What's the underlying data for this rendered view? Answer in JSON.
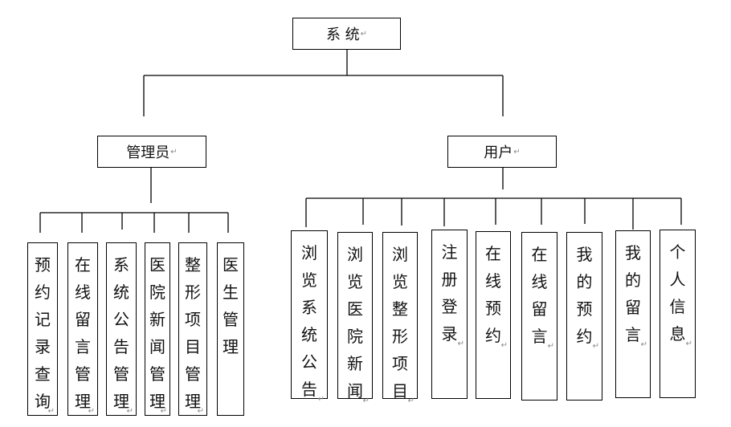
{
  "root": {
    "label": "系 统",
    "mark": "↵"
  },
  "admin": {
    "label": "管理员",
    "mark": "↵",
    "children": [
      {
        "label": "预约记录查询",
        "mark": "↵"
      },
      {
        "label": "在线留言管理",
        "mark": "↵"
      },
      {
        "label": "系统公告管理",
        "mark": "↵"
      },
      {
        "label": "医院新闻管理",
        "mark": "↵"
      },
      {
        "label": "整形项目管理",
        "mark": "↵"
      },
      {
        "label": "医生管理",
        "mark": ""
      }
    ]
  },
  "user": {
    "label": "用户",
    "mark": "↵",
    "children": [
      {
        "label": "浏览系统公告",
        "mark": "↵"
      },
      {
        "label": "浏览医院新闻",
        "mark": "↵"
      },
      {
        "label": "浏览整形项目",
        "mark": "↵"
      },
      {
        "label": "注册登录",
        "mark": "↵"
      },
      {
        "label": "在线预约",
        "mark": "↵"
      },
      {
        "label": "在线留言",
        "mark": "↵"
      },
      {
        "label": "我的预约",
        "mark": "↵"
      },
      {
        "label": "我的留言",
        "mark": "↵"
      },
      {
        "label": "个人信息",
        "mark": "↵"
      }
    ]
  }
}
